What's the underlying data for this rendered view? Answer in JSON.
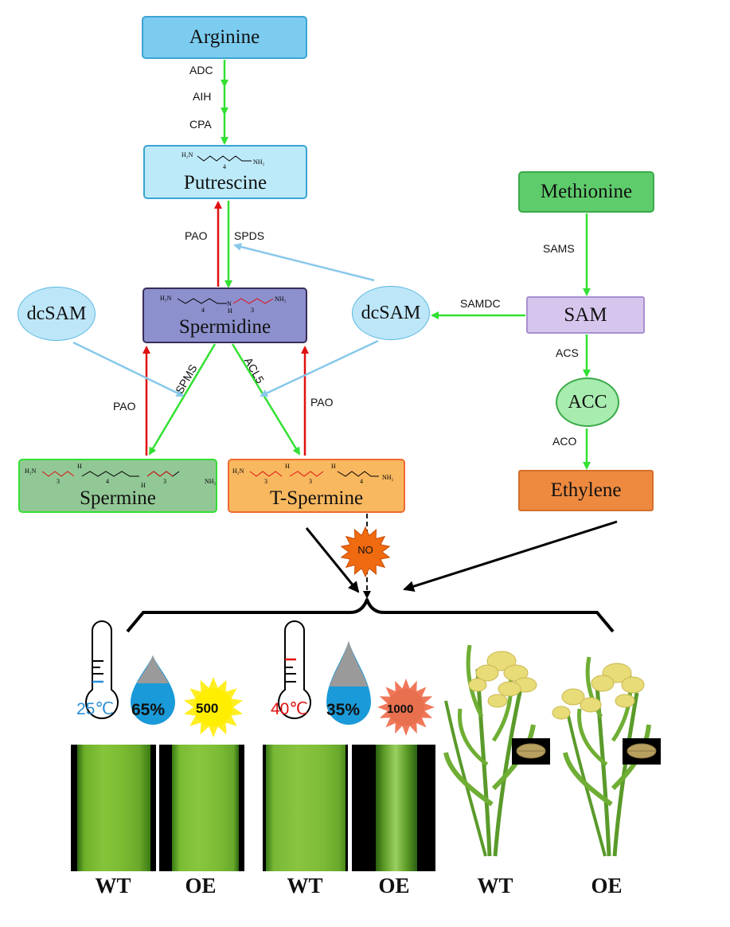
{
  "nodes": {
    "arginine": "Arginine",
    "putrescine": "Putrescine",
    "spermidine": "Spermidine",
    "spermine": "Spermine",
    "tspermine": "T-Spermine",
    "methionine": "Methionine",
    "sam": "SAM",
    "acc": "ACC",
    "ethylene": "Ethylene",
    "dcsam_left": "dcSAM",
    "dcsam_right": "dcSAM",
    "no": "NO"
  },
  "enzymes": {
    "adc": "ADC",
    "aih": "AIH",
    "cpa": "CPA",
    "pao_top": "PAO",
    "spds": "SPDS",
    "spms": "SPMS",
    "acl5": "ACL5",
    "pao_left": "PAO",
    "pao_right": "PAO",
    "sams": "SAMS",
    "samdc": "SAMDC",
    "acs": "ACS",
    "aco": "ACO"
  },
  "structures": {
    "putrescine": {
      "h2n": "H₂N",
      "nh2": "NH₂",
      "n": "4"
    },
    "spermidine": {
      "h2n": "H₂N",
      "nh2": "NH₂",
      "h": "H",
      "nn": "N",
      "n1": "4",
      "n2": "3"
    },
    "spermine": {
      "h2n": "H₂N",
      "nh2": "NH₂",
      "h1": "H",
      "h2": "H",
      "n1": "3",
      "n2": "4",
      "n3": "3"
    },
    "tspermine": {
      "h2n": "H₂N",
      "nh2": "NH₂",
      "h1": "H",
      "h2": "H",
      "n1": "3",
      "n2": "3",
      "n3": "4"
    }
  },
  "conditions": {
    "normal": {
      "temp": "25℃",
      "humidity": "65%",
      "light": "500"
    },
    "stress": {
      "temp": "40℃",
      "humidity": "35%",
      "light": "1000"
    }
  },
  "labels": [
    "WT",
    "OE",
    "WT",
    "OE",
    "WT",
    "OE"
  ],
  "colors": {
    "green_arrow": "#33e033",
    "red_arrow": "#e01010",
    "blue_arrow": "#88c8ea",
    "cool_temp": "#2a8fd6",
    "hot_temp": "#e01010"
  }
}
